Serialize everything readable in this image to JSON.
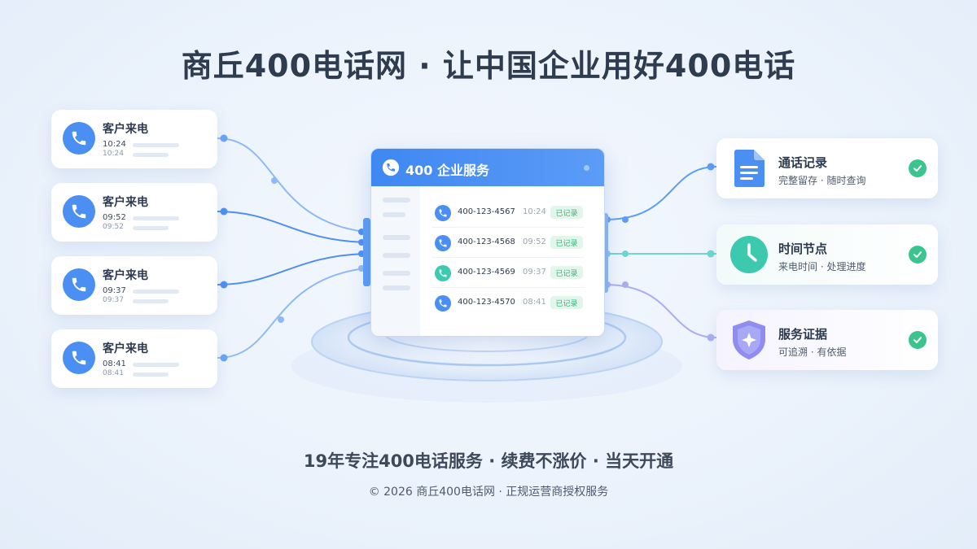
{
  "title": "商丘400电话网 · 让中国企业用好400电话",
  "incoming_calls": [
    {
      "label": "客户来电",
      "time": "10:24",
      "time_faint": "10:24"
    },
    {
      "label": "客户来电",
      "time": "09:52",
      "time_faint": "09:52"
    },
    {
      "label": "客户来电",
      "time": "09:37",
      "time_faint": "09:37"
    },
    {
      "label": "客户来电",
      "time": "08:41",
      "time_faint": "08:41"
    }
  ],
  "panel": {
    "title": "400 企业服务",
    "rows": [
      {
        "number": "400-123-4567",
        "time": "10:24",
        "badge": "已记录",
        "icon_color": "#4b8ff3"
      },
      {
        "number": "400-123-4568",
        "time": "09:52",
        "badge": "已记录",
        "icon_color": "#4b8ff3"
      },
      {
        "number": "400-123-4569",
        "time": "09:37",
        "badge": "已记录",
        "icon_color": "#3ccbb0"
      },
      {
        "number": "400-123-4570",
        "time": "08:41",
        "badge": "已记录",
        "icon_color": "#4b8ff3"
      }
    ]
  },
  "features": [
    {
      "title": "通话记录",
      "subtitle": "完整留存 · 随时查询",
      "icon": "document-icon"
    },
    {
      "title": "时间节点",
      "subtitle": "来电时间 · 处理进度",
      "icon": "clock-icon"
    },
    {
      "title": "服务证据",
      "subtitle": "可追溯 · 有依据",
      "icon": "shield-icon"
    }
  ],
  "tagline": "19年专注400电话服务 · 续费不涨价 · 当天开通",
  "footer": "© 2026 商丘400电话网 · 正规运营商授权服务",
  "colors": {
    "accent": "#4b8ff3",
    "teal": "#3cc9ad",
    "purple": "#8f8ef0",
    "check": "#3cc48f"
  }
}
